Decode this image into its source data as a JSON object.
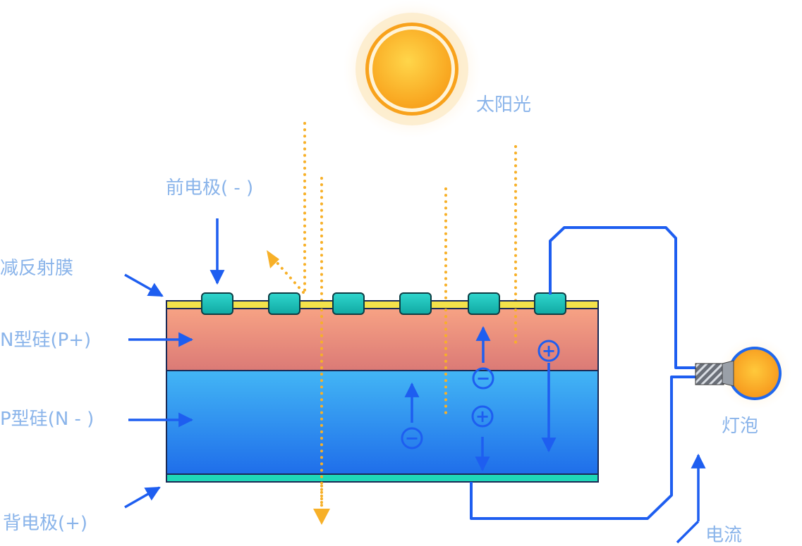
{
  "labels": {
    "sunlight": "太阳光",
    "front_electrode": "前电极( - )",
    "anti_reflective_film": "减反射膜",
    "n_silicon": "N型硅(P+)",
    "p_silicon": "P型硅(N - )",
    "back_electrode": "背电极(+)",
    "bulb": "灯泡",
    "current": "电流"
  },
  "charge_symbols": {
    "electron": "−",
    "hole": "+"
  },
  "colors": {
    "label_text": "#8ab4ea",
    "arrow_blue": "#1e5ef0",
    "wire_blue": "#1e5ef0",
    "light_ray": "#f7b028",
    "anti_reflective": "#f4e24a",
    "n_layer_top": "#f7a284",
    "n_layer_bottom": "#db7a76",
    "p_layer_top": "#43b6f5",
    "p_layer_bottom": "#1f6eea",
    "electrode": "#17c3bc",
    "back_electrode": "#1fd8b8",
    "sun": "#fbb22c",
    "bulb": "#f9a021"
  },
  "electrode_count": 6
}
